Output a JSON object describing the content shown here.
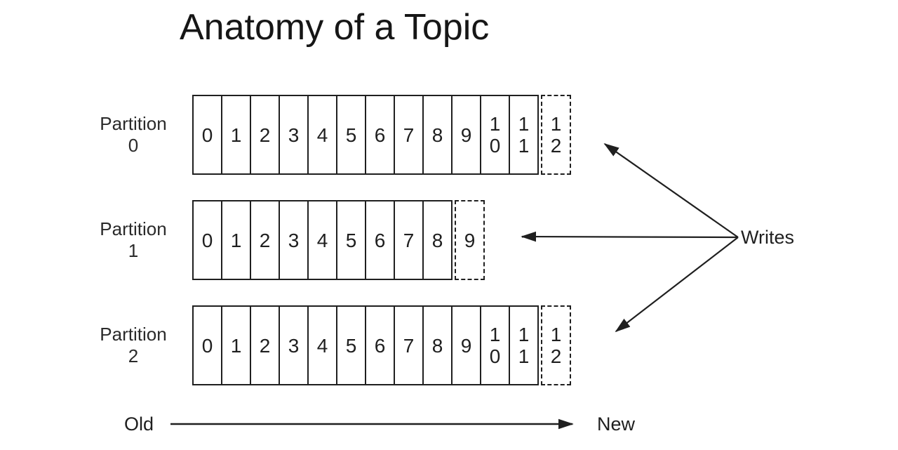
{
  "title": "Anatomy of a Topic",
  "writes_label": "Writes",
  "axis": {
    "old_label": "Old",
    "new_label": "New"
  },
  "line_color": "#1f1f1f",
  "partitions": [
    {
      "label": [
        "Partition",
        "0"
      ],
      "cells": [
        "0",
        "1",
        "2",
        "3",
        "4",
        "5",
        "6",
        "7",
        "8",
        "9",
        "10",
        "11"
      ],
      "next_cell": "12"
    },
    {
      "label": [
        "Partition",
        "1"
      ],
      "cells": [
        "0",
        "1",
        "2",
        "3",
        "4",
        "5",
        "6",
        "7",
        "8"
      ],
      "next_cell": "9"
    },
    {
      "label": [
        "Partition",
        "2"
      ],
      "cells": [
        "0",
        "1",
        "2",
        "3",
        "4",
        "5",
        "6",
        "7",
        "8",
        "9",
        "10",
        "11"
      ],
      "next_cell": "12"
    }
  ]
}
